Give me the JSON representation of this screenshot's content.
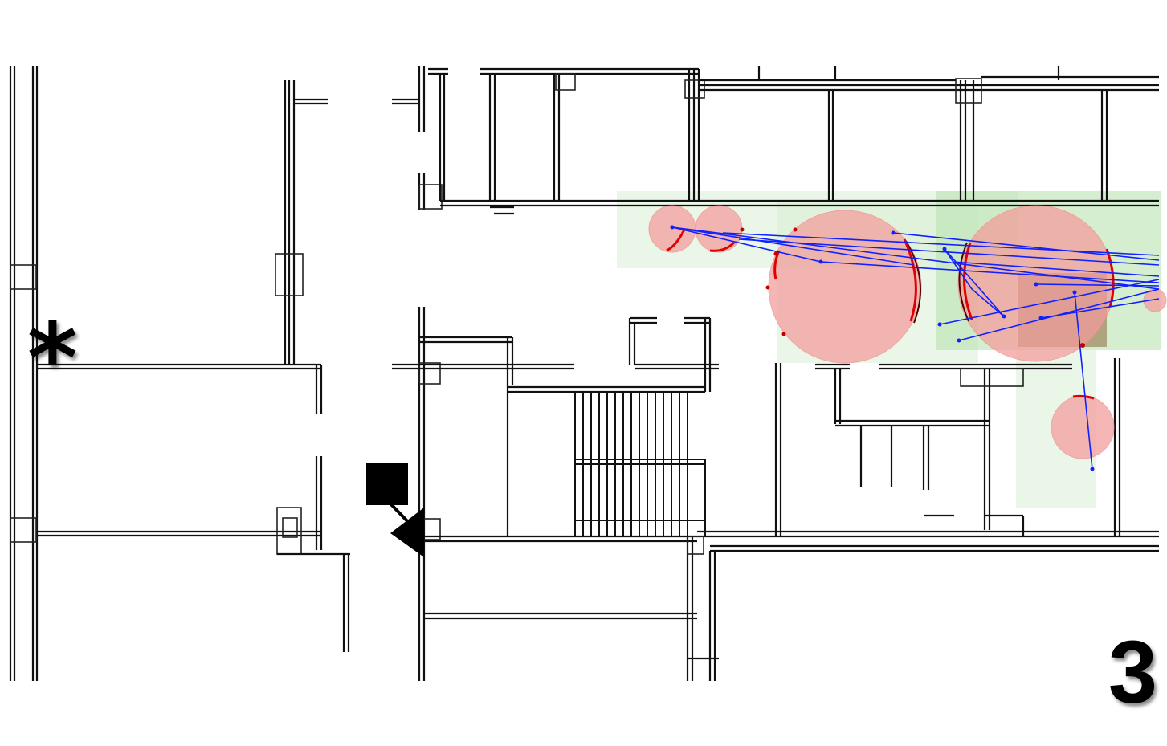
{
  "map": {
    "page_number": "3",
    "start_marker_glyph": "*",
    "icons": [
      "asterisk-start-marker",
      "robot-pose-arrow"
    ],
    "colors": {
      "walls": "#111111",
      "trajectory": "#1020ff",
      "uncertainty_bubble": "#f59b9b",
      "observation_arc": "#e00000",
      "corridor_highlight": "#d9efd4"
    }
  }
}
